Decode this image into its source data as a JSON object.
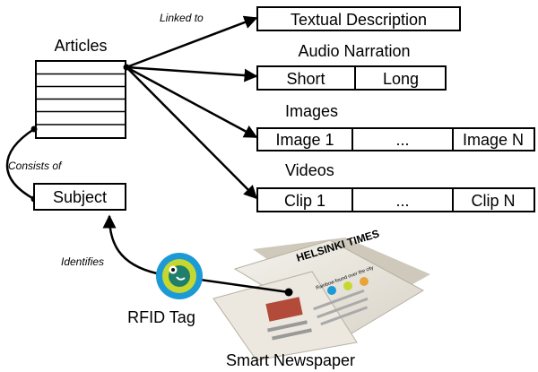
{
  "articles": {
    "title": "Articles",
    "row_count": 6
  },
  "relations": {
    "linked_to": "Linked to",
    "consists_of": "Consists of",
    "identifies": "Identifies"
  },
  "subject": "Subject",
  "textual_description": "Textual Description",
  "audio_narration": {
    "title": "Audio Narration",
    "cells": [
      "Short",
      "Long"
    ]
  },
  "images": {
    "title": "Images",
    "cells": [
      "Image 1",
      "...",
      "Image N"
    ]
  },
  "videos": {
    "title": "Videos",
    "cells": [
      "Clip 1",
      "...",
      "Clip N"
    ]
  },
  "rfid_tag": "RFID Tag",
  "smart_newspaper": {
    "label": "Smart Newspaper",
    "masthead": "HELSINKI TIMES",
    "headline": "Rainbow found over the city"
  },
  "colors": {
    "rfid_outer": "#1b9ad6",
    "rfid_inner": "#c6d82f",
    "paper": "#e9e5dc"
  },
  "icons": [
    "arrow-icon",
    "rfid-tag-icon",
    "newspaper-image"
  ]
}
